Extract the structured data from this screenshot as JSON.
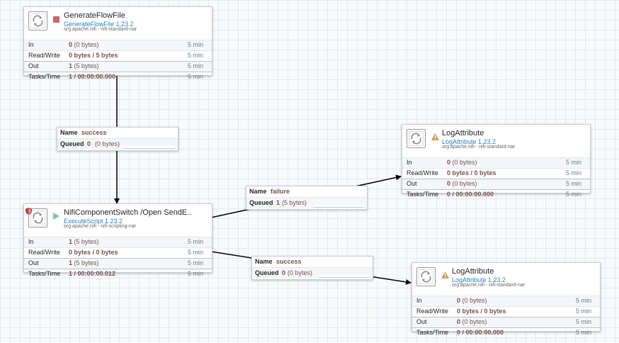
{
  "processors": {
    "generate": {
      "name": "GenerateFlowFile",
      "type": "GenerateFlowFile 1.23.2",
      "bundle": "org.apache.nifi - nifi-standard-nar",
      "state": "stopped",
      "state_color": "#c46b6b",
      "stats": {
        "in_count": "0",
        "in_size": "(0 bytes)",
        "in_time": "5 min",
        "rw_value": "0 bytes / 5 bytes",
        "rw_time": "5 min",
        "out_count": "1",
        "out_size": "(5 bytes)",
        "out_time": "5 min",
        "tasks_value": "1 / 00:00:00.000",
        "tasks_time": "5 min"
      }
    },
    "switch": {
      "name": "NifiComponentSwitch /Open SendE...",
      "type": "ExecuteScript 1.23.2",
      "bundle": "org.apache.nifi - nifi-scripting-nar",
      "state": "running",
      "state_color": "#7dc7a0",
      "restricted_icon": "shield-icon",
      "stats": {
        "in_count": "1",
        "in_size": "(5 bytes)",
        "in_time": "5 min",
        "rw_value": "0 bytes / 0 bytes",
        "rw_time": "5 min",
        "out_count": "1",
        "out_size": "(5 bytes)",
        "out_time": "5 min",
        "tasks_value": "1 / 00:00:00.012",
        "tasks_time": "5 min"
      }
    },
    "log1": {
      "name": "LogAttribute",
      "type": "LogAttribute 1.23.2",
      "bundle": "org.apache.nifi - nifi-standard-nar",
      "state": "invalid",
      "state_color": "#cf9f5d",
      "stats": {
        "in_count": "0",
        "in_size": "(0 bytes)",
        "in_time": "5 min",
        "rw_value": "0 bytes / 0 bytes",
        "rw_time": "5 min",
        "out_count": "0",
        "out_size": "(0 bytes)",
        "out_time": "5 min",
        "tasks_value": "0 / 00:00:00.000",
        "tasks_time": "5 min"
      }
    },
    "log2": {
      "name": "LogAttribute",
      "type": "LogAttribute 1.23.2",
      "bundle": "org.apache.nifi - nifi-standard-nar",
      "state": "invalid",
      "state_color": "#cf9f5d",
      "stats": {
        "in_count": "0",
        "in_size": "(0 bytes)",
        "in_time": "5 min",
        "rw_value": "0 bytes / 0 bytes",
        "rw_time": "5 min",
        "out_count": "0",
        "out_size": "(0 bytes)",
        "out_time": "5 min",
        "tasks_value": "0 / 00:00:00.000",
        "tasks_time": "5 min"
      }
    }
  },
  "labels": {
    "in": "In",
    "read_write": "Read/Write",
    "out": "Out",
    "tasks_time": "Tasks/Time",
    "name": "Name",
    "queued": "Queued"
  },
  "connections": {
    "gen_to_switch": {
      "name": "success",
      "queued_count": "0",
      "queued_size": "(0 bytes)"
    },
    "switch_failure": {
      "name": "failure",
      "queued_count": "1",
      "queued_size": "(5 bytes)"
    },
    "switch_success": {
      "name": "success",
      "queued_count": "0",
      "queued_size": "(0 bytes)"
    }
  }
}
